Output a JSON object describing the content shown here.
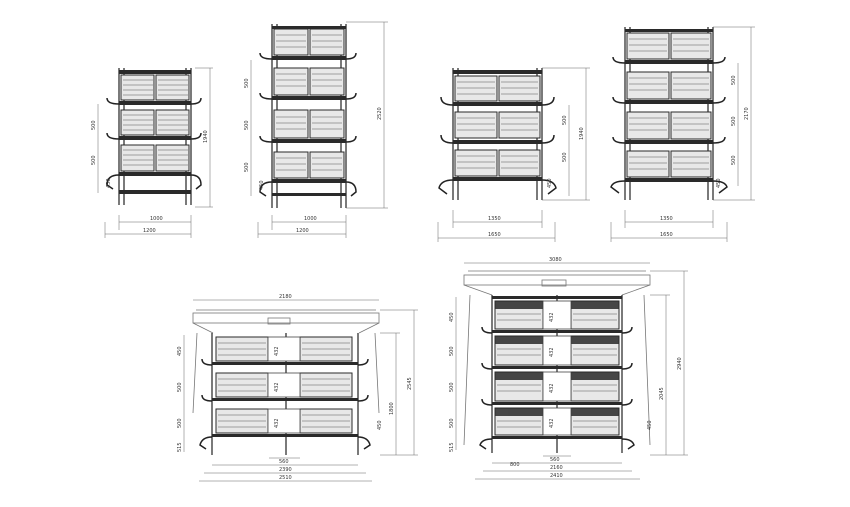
{
  "drawings": [
    {
      "id": "cage-3tier-a",
      "tiers": 3,
      "dims": {
        "width_inner": "1000",
        "width_outer": "1200",
        "height_total": "1940",
        "tier_gap_top": "500",
        "tier_gap_mid": "500",
        "foot": "450"
      }
    },
    {
      "id": "cage-4tier-a",
      "tiers": 4,
      "dims": {
        "width_inner": "1000",
        "width_outer": "1200",
        "height_total": "2520",
        "tier_gap_top": "500",
        "tier_gap_mid": "500",
        "tier_gap_low": "500",
        "foot": "450"
      }
    },
    {
      "id": "cage-3tier-b",
      "tiers": 3,
      "dims": {
        "width_inner": "1350",
        "width_outer": "1650",
        "height_total": "1940",
        "tier_gap_top": "500",
        "tier_gap_mid": "500",
        "foot": "450"
      }
    },
    {
      "id": "cage-4tier-b",
      "tiers": 4,
      "dims": {
        "width_inner": "1350",
        "width_outer": "1650",
        "height_total": "2170",
        "tier_gap_top": "500",
        "tier_gap_mid": "500",
        "tier_gap_low": "500",
        "foot": "450"
      }
    },
    {
      "id": "cage-3tier-side",
      "tiers": 3,
      "dims": {
        "width_top": "2180",
        "width_base": "2390",
        "width_outer": "2510",
        "height_total": "2545",
        "height_inner": "1800",
        "left_top": "450",
        "left_mid": "500",
        "left_low": "500",
        "left_foot": "515",
        "center_top": "432",
        "center_mid": "432",
        "center_low": "432",
        "center_width": "560",
        "right_low": "450"
      }
    },
    {
      "id": "cage-4tier-side",
      "tiers": 4,
      "dims": {
        "width_top": "3080",
        "width_base": "2160",
        "width_outer": "2410",
        "height_total": "2940",
        "height_inner": "2045",
        "left_top": "450",
        "left_2": "500",
        "left_3": "500",
        "left_4": "500",
        "left_foot": "515",
        "center_1": "432",
        "center_2": "432",
        "center_3": "432",
        "center_4": "432",
        "center_width": "560",
        "left_width": "800",
        "right_low": "450"
      }
    }
  ]
}
